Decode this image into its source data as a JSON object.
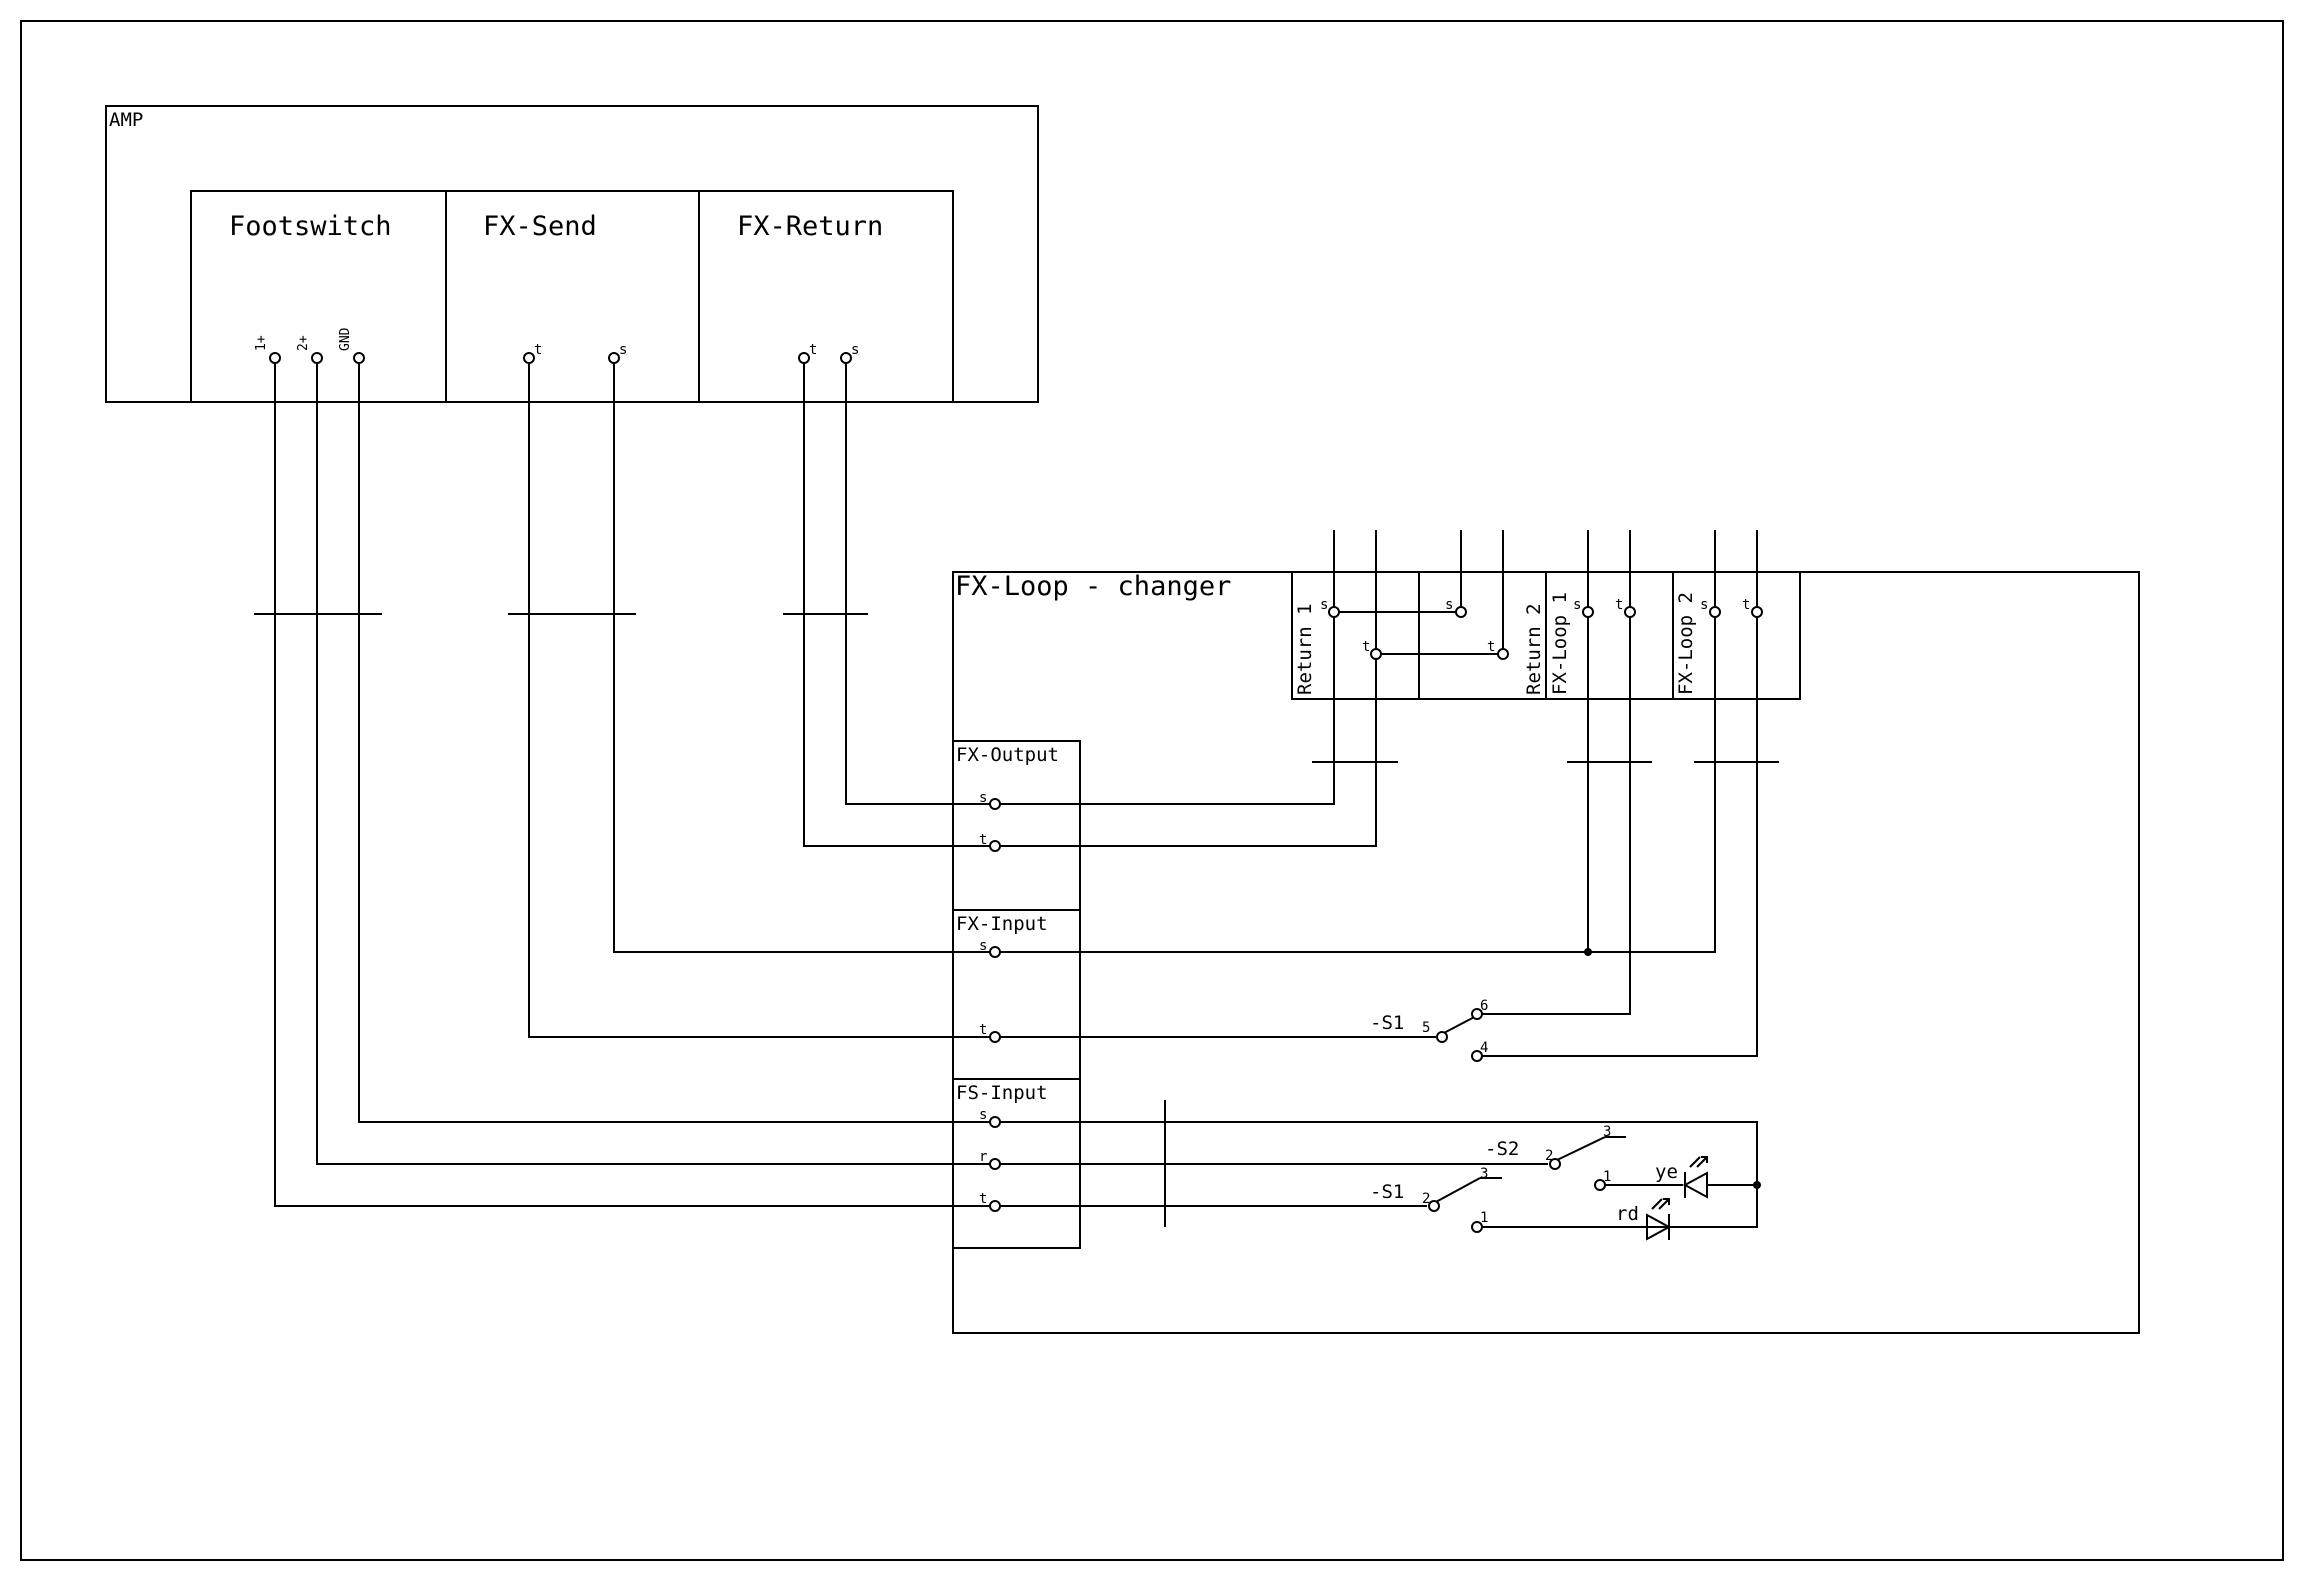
{
  "amp": {
    "title": "AMP",
    "footswitch": {
      "label": "Footswitch",
      "pin1": "1+",
      "pin2": "2+",
      "pin3": "GND"
    },
    "fx_send": {
      "label": "FX-Send",
      "tip": "t",
      "sleeve": "s"
    },
    "fx_return": {
      "label": "FX-Return",
      "tip": "t",
      "sleeve": "s"
    }
  },
  "changer": {
    "title": "FX-Loop - changer",
    "jacks": {
      "return1": {
        "label": "Return 1",
        "s": "s",
        "t": "t"
      },
      "return2": {
        "label": "Return 2",
        "s": "s",
        "t": "t"
      },
      "fxloop1": {
        "label": "FX-Loop 1",
        "s": "s",
        "t": "t"
      },
      "fxloop2": {
        "label": "FX-Loop 2",
        "s": "s",
        "t": "t"
      }
    },
    "fx_output": {
      "label": "FX-Output",
      "s": "s",
      "t": "t"
    },
    "fx_input": {
      "label": "FX-Input",
      "s": "s",
      "t": "t"
    },
    "fs_input": {
      "label": "FS-Input",
      "s": "s",
      "r": "r",
      "t": "t"
    },
    "switch_s1_top": {
      "label": "-S1",
      "pin_common": "5",
      "pin_a": "6",
      "pin_b": "4"
    },
    "switch_s2": {
      "label": "-S2",
      "pin_common": "2",
      "pin_a": "3",
      "pin_b": "1"
    },
    "switch_s1_bottom": {
      "label": "-S1",
      "pin_common": "2",
      "pin_a": "3",
      "pin_b": "1"
    },
    "led_yellow": {
      "label": "ye"
    },
    "led_red": {
      "label": "rd"
    }
  }
}
